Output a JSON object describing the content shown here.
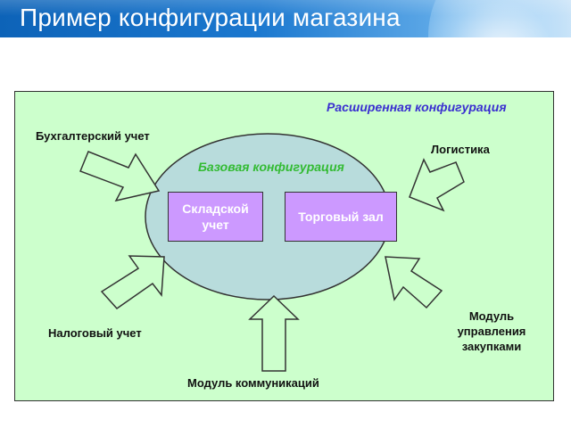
{
  "title": "Пример конфигурации магазина",
  "extended_config_label": "Расширенная конфигурация",
  "base_config_label": "Базовая конфигурация",
  "core_modules": {
    "warehouse": "Складской учет",
    "sales_floor": "Торговый зал"
  },
  "external_modules": {
    "accounting": "Бухгалтерский учет",
    "logistics": "Логистика",
    "tax": "Налоговый учет",
    "procurement": "Модуль управления закупками",
    "communications": "Модуль коммуникаций"
  },
  "colors": {
    "header": "#1b78cf",
    "outer_background": "#ccffcc",
    "ellipse": "#b8dcdc",
    "module_box": "#cc99ff",
    "arrow": "#ccffcc",
    "extended_label": "#3a2fd0",
    "base_label": "#33bb33"
  }
}
